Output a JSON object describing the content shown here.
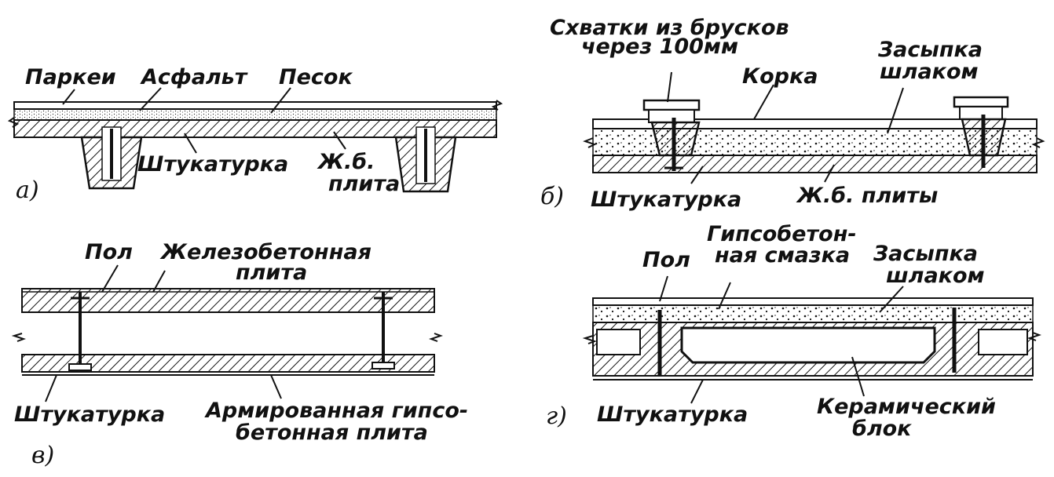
{
  "diagrams": {
    "a": {
      "marker": "а)",
      "labels": {
        "parquet": "Паркеи",
        "asphalt": "Асфальт",
        "sand": "Песок",
        "plaster": "Штукатурка",
        "rc_slab_1": "Ж.б.",
        "rc_slab_2": "плита"
      }
    },
    "b": {
      "marker": "б)",
      "labels": {
        "ties_1": "Схватки из брусков",
        "ties_2": "через 100мм",
        "crust": "Корка",
        "slag_1": "Засыпка",
        "slag_2": "шлаком",
        "plaster": "Штукатурка",
        "rc_slabs": "Ж.б. плиты"
      }
    },
    "c": {
      "marker": "в)",
      "labels": {
        "floor": "Пол",
        "rc_1": "Железобетонная",
        "rc_2": "плита",
        "plaster": "Штукатурка",
        "gypsum_1": "Армированная гипсо-",
        "gypsum_2": "бетонная плита"
      }
    },
    "d": {
      "marker": "г)",
      "labels": {
        "floor": "Пол",
        "gypsum_1": "Гипсобетон-",
        "gypsum_2": "ная смазка",
        "slag_1": "Засыпка",
        "slag_2": "шлаком",
        "plaster": "Штукатурка",
        "ceramic_1": "Керамический",
        "ceramic_2": "блок"
      }
    }
  }
}
